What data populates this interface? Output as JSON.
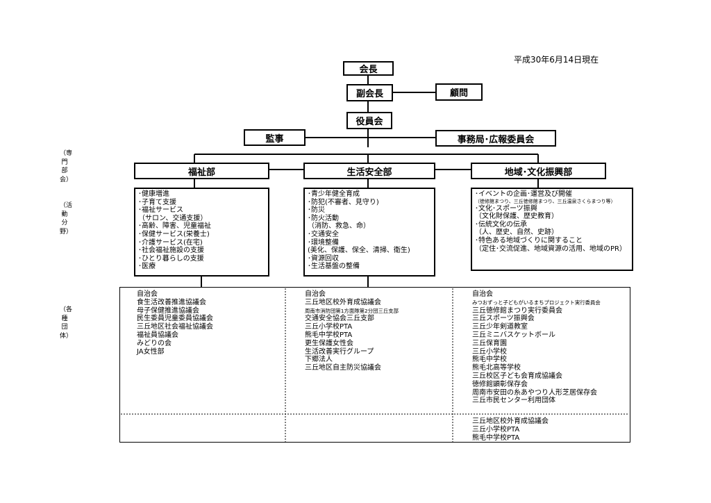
{
  "date_label": "平成30年6月14日現在",
  "side_labels": {
    "senmon_bukai": "（専門部会）",
    "katsudo_bunya": "（活動分野）",
    "kakushu_dantai": "（各種団体）"
  },
  "org": {
    "president": "会長",
    "vice_president": "副会長",
    "advisor": "顧問",
    "board": "役員会",
    "auditor": "監事",
    "secretariat": "事務局･広報委員会"
  },
  "departments": [
    {
      "name": "福祉部",
      "activities": [
        "･健康増進",
        "･子育て支援",
        "･福祉サービス",
        "（サロン、交通支援）",
        "･高齢、障害、児童福祉",
        "･保健サービス(栄養士)",
        "･介護サービス(在宅)",
        "･社会福祉施設の支援",
        "･ひとり暮らしの支援",
        "･医療"
      ],
      "groups": [
        "自治会",
        "食生活改善推進協議会",
        "母子保健推進協議会",
        "民生委員児童委員協議会",
        "三丘地区社会福祉協議会",
        "福祉員協議会",
        "みどりの会",
        "JA女性部"
      ],
      "groups_lower": []
    },
    {
      "name": "生活安全部",
      "activities": [
        "･青少年健全育成",
        "･防犯(不審者、見守り)",
        "･防災",
        "･防火活動",
        "（消防、救急、命）",
        "･交通安全",
        "･環境整備",
        "(美化、保護、保全、清掃、衛生)",
        "･資源回収",
        "･生活基盤の整備"
      ],
      "groups": [
        "自治会",
        "三丘地区校外育成協議会",
        "周南市消防団第1方面隊第2分団三丘支部",
        "交通安全協会三丘支部",
        "三丘小学校PTA",
        "熊毛中学校PTA",
        "更生保護女性会",
        "生活改善実行グループ",
        "下郷法人",
        "三丘地区自主防災協議会"
      ],
      "groups_lower": []
    },
    {
      "name": "地域･文化振興部",
      "activities": [
        "･イベントの企画･運営及び開催",
        "（徳修館まつり、三丘徳修館まつり、三丘温泉さくらまつり等）",
        "･文化･スポーツ振興",
        "（文化財保護、歴史教育）",
        "･伝統文化の伝承",
        "（人、歴史、自然、史跡）",
        "･特色ある地域づくりに関すること",
        "（定住･交流促進、地域資源の活用、地域のPR）"
      ],
      "groups": [
        "自治会",
        "みつおずっと子どもがいるまちプロジェクト実行委員会",
        "三丘徳修館まつり実行委員会",
        "三丘スポーツ振興会",
        "三丘少年剣道教室",
        "三丘ミニバスケットボール",
        "三丘保育園",
        "三丘小学校",
        "熊毛中学校",
        "熊毛北高等学校",
        "三丘校区子ども会育成協議会",
        "徳修館顕彰保存会",
        "周南市安田の糸あやつり人形芝居保存会",
        "三丘市民センター利用団体"
      ],
      "groups_lower": [
        "三丘地区校外育成協議会",
        "三丘小学校PTA",
        "熊毛中学校PTA"
      ]
    }
  ]
}
